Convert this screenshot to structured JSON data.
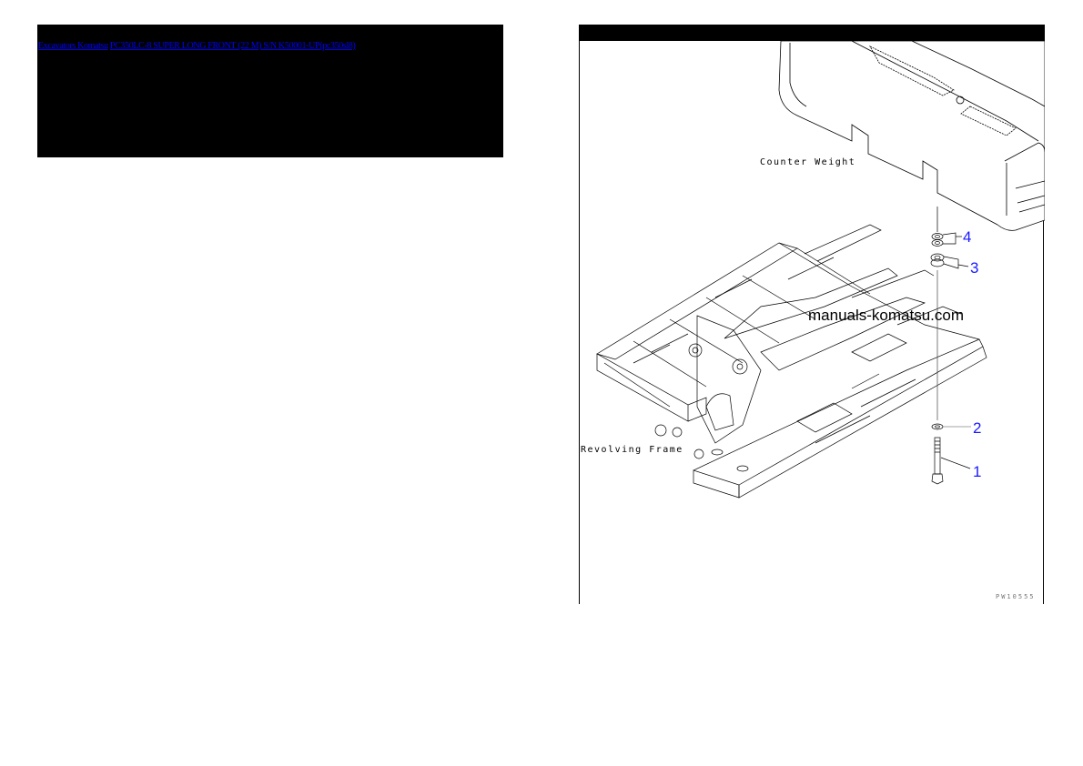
{
  "header": {
    "breadcrumb_category": "Excavators Komatsu",
    "breadcrumb_model": "PC350LC-8 SUPER LONG FRONT (22 M) S/N K50001-UP(pc350sl8)",
    "link_color": "#0000ff",
    "background": "#000000"
  },
  "figure": {
    "labels": {
      "counter_weight": "Counter Weight",
      "revolving_frame": "Revolving Frame"
    },
    "callouts": [
      {
        "number": "4",
        "part": "washer-pair"
      },
      {
        "number": "3",
        "part": "washer"
      },
      {
        "number": "2",
        "part": "washer"
      },
      {
        "number": "1",
        "part": "bolt"
      }
    ],
    "callout_color": "#1a1aff",
    "watermark": "manuals-komatsu.com",
    "figure_number": "PW10555"
  }
}
